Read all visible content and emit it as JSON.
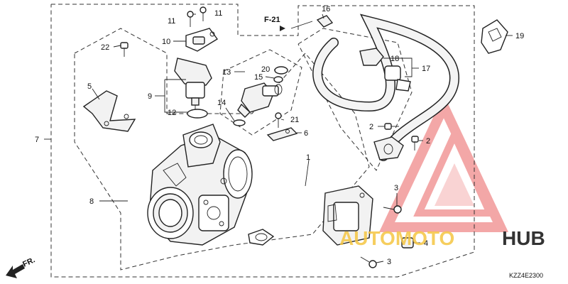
{
  "diagram": {
    "callouts": {
      "c1": "1",
      "c2a": "2",
      "c2b": "2",
      "c3a": "3",
      "c3b": "3",
      "c4": "4",
      "c5": "5",
      "c6": "6",
      "c7": "7",
      "c8": "8",
      "c9": "9",
      "c10": "10",
      "c11a": "11",
      "c11b": "11",
      "c12": "12",
      "c13": "13",
      "c14": "14",
      "c15": "15",
      "c16": "16",
      "c17": "17",
      "c18": "18",
      "c19": "19",
      "c20": "20",
      "c21": "21",
      "c22": "22"
    },
    "reference_label": "F-21",
    "direction_label": "FR.",
    "diagram_code": "KZZ4E2300",
    "watermark": {
      "part1": "AUTOMOTO",
      "part2": "HUB",
      "color1": "#f5c542",
      "color2": "#333333",
      "logo_color": "#f08a8a"
    }
  }
}
